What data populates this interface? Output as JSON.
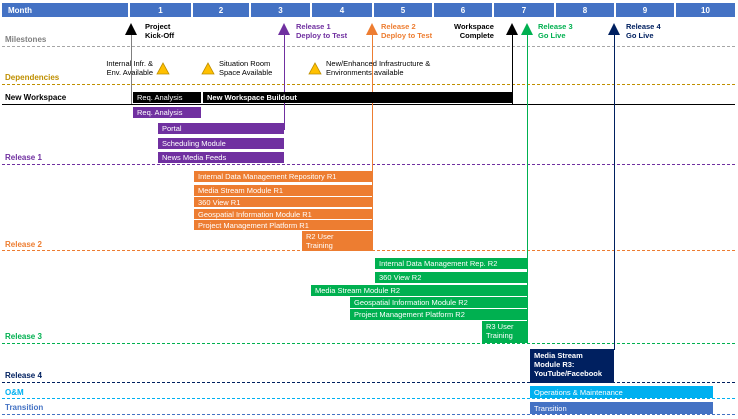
{
  "header": {
    "first": "Month",
    "months": [
      "1",
      "2",
      "3",
      "4",
      "5",
      "6",
      "7",
      "8",
      "9",
      "10"
    ]
  },
  "rows": {
    "milestones": "Milestones",
    "dependencies": "Dependencies",
    "new_workspace": "New Workspace",
    "release1": "Release 1",
    "release2": "Release 2",
    "release3": "Release 3",
    "release4": "Release 4",
    "om": "O&M",
    "transition": "Transition"
  },
  "milestones": {
    "kickoff": [
      "Project",
      "Kick-Off"
    ],
    "r1": [
      "Release 1",
      "Deploy to Test"
    ],
    "r2": [
      "Release 2",
      "Deploy to Test"
    ],
    "workspace": [
      "Workspace",
      "Complete"
    ],
    "r3": [
      "Release 3",
      "Go Live"
    ],
    "r4": [
      "Release 4",
      "Go Live"
    ]
  },
  "dependencies": {
    "internal": [
      "Internal Infr. &",
      "Env. Available"
    ],
    "situation": [
      "Situation Room",
      "Space Available"
    ],
    "infra": [
      "New/Enhanced Infrastructure &",
      "Environments available"
    ]
  },
  "bars": {
    "req_analysis_1": "Req. Analysis",
    "workspace_buildout": "New Workspace Buildout",
    "req_analysis_2": "Req. Analysis",
    "portal": "Portal",
    "scheduling": "Scheduling Module",
    "news": "News Media Feeds",
    "idmr_r1": "Internal Data Management Repository R1",
    "msm_r1": "Media Stream Module R1",
    "view_r1": "360 View R1",
    "geo_r1": "Geospatial Information Module R1",
    "pmp_r1": "Project Management Platform R1",
    "r2_training": "R2 User Training",
    "idmr_r2": "Internal Data Management Rep. R2",
    "view_r2": "360 View R2",
    "msm_r2": "Media Stream Module R2",
    "geo_r2": "Geospatial Information Module R2",
    "pmp_r2": "Project Management Platform R2",
    "r3_training": "R3 User Training",
    "msm_r3": "Media Stream Module R3: YouTube/Facebook",
    "om": "Operations & Maintenance",
    "transition": "Transition"
  },
  "colors": {
    "header": "#4472c4",
    "black": "#000000",
    "purple": "#7030a0",
    "orange": "#ed7d31",
    "green": "#00b050",
    "navy": "#002060",
    "cyan": "#00b0f0",
    "blue": "#4472c4",
    "gold": "#bf8f00",
    "dep_triangle": "#ffc000"
  }
}
